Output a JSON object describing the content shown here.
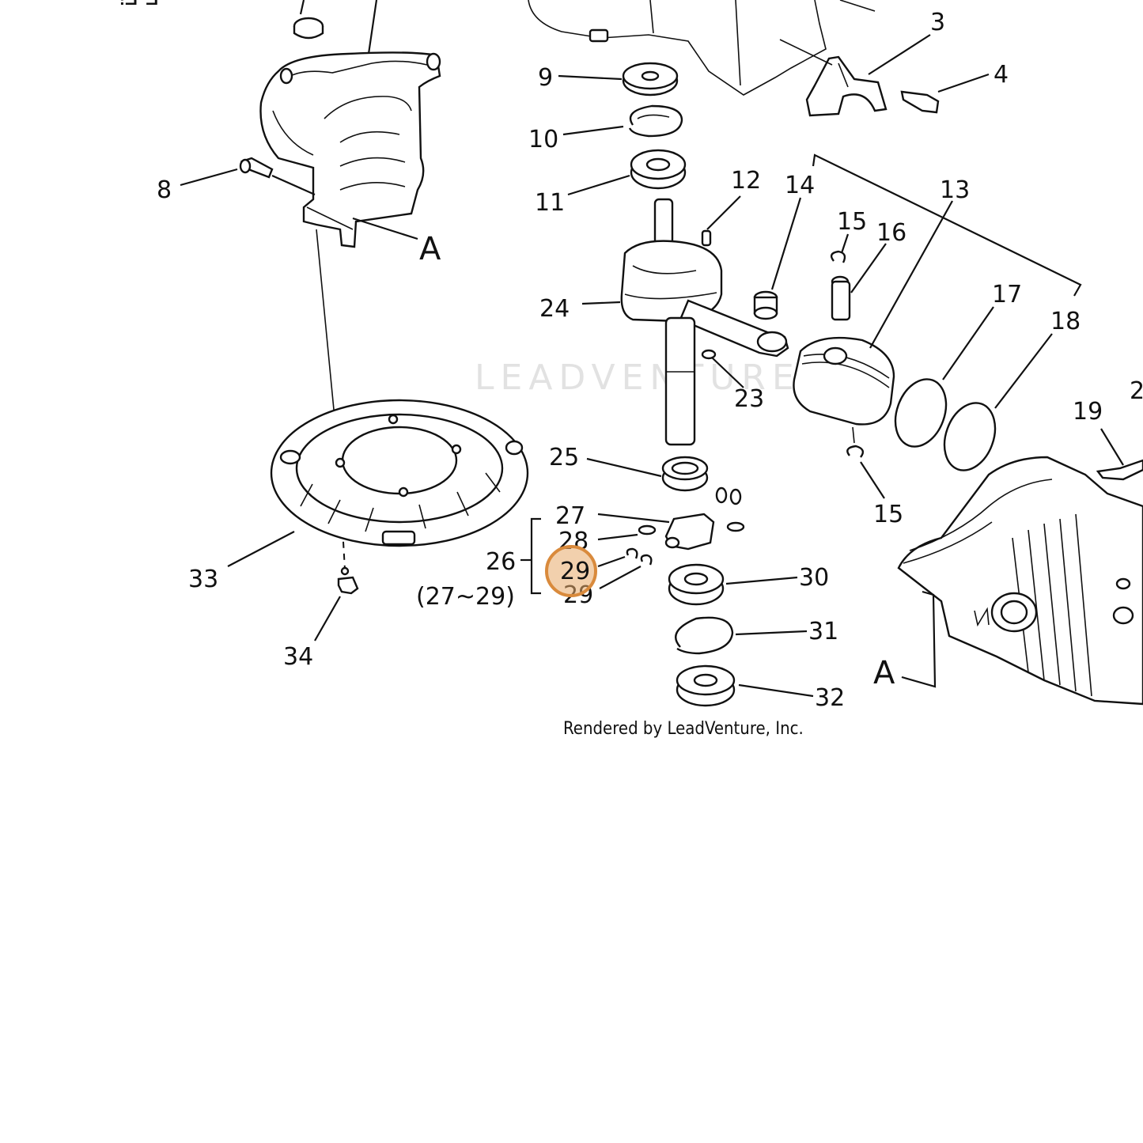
{
  "watermark": "LEADVENTURE",
  "credit": "Rendered by LeadVenture, Inc.",
  "highlight": {
    "label": "29",
    "color": "#e8a96a"
  },
  "labels": {
    "l3": "3",
    "l4": "4",
    "l8": "8",
    "l9": "9",
    "l10": "10",
    "l11": "11",
    "l12": "12",
    "l13": "13",
    "l14": "14",
    "l15a": "15",
    "l15b": "15",
    "l16": "16",
    "l17": "17",
    "l18": "18",
    "l19": "19",
    "l2x": "2",
    "l23": "23",
    "l24": "24",
    "l25": "25",
    "l26": "26",
    "l27": "27",
    "l28": "28",
    "l29a": "29",
    "l29b": "29",
    "l2729": "(27~29)",
    "l30": "30",
    "l31": "31",
    "l32": "32",
    "l33": "33",
    "l34": "34",
    "lAa": "A",
    "lAb": "A"
  }
}
